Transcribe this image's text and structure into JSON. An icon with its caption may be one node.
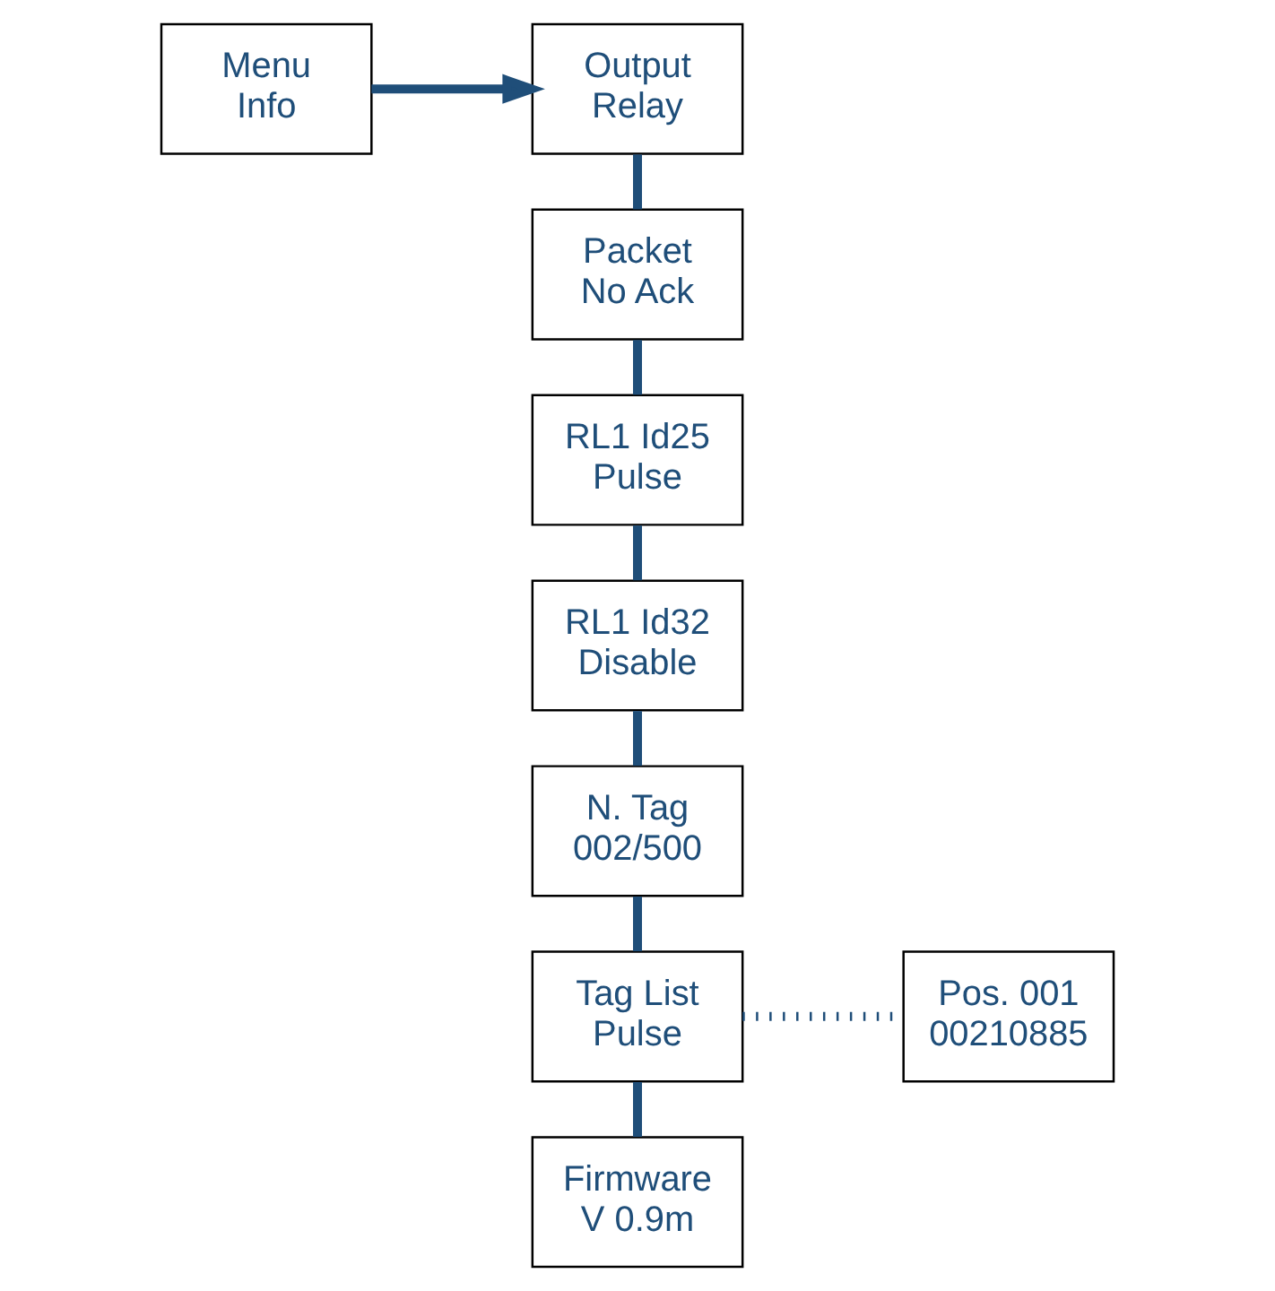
{
  "diagram": {
    "nodes": [
      {
        "text": [
          "Menu",
          "Info"
        ]
      },
      {
        "text": [
          "Output",
          "Relay"
        ]
      },
      {
        "text": [
          "Packet",
          "No Ack"
        ]
      },
      {
        "text": [
          "RL1 Id25",
          "Pulse"
        ]
      },
      {
        "text": [
          "RL1 Id32",
          "Disable"
        ]
      },
      {
        "text": [
          "N. Tag",
          "002/500"
        ]
      },
      {
        "text": [
          "Tag List",
          "Pulse"
        ]
      },
      {
        "text": [
          "Pos. 001",
          "00210885"
        ]
      },
      {
        "text": [
          "Firmware",
          "V 0.9m"
        ]
      }
    ],
    "edges": [
      {
        "from": 0,
        "to": 1,
        "arrow": "to"
      },
      {
        "from": 1,
        "to": 2,
        "arrow": "none"
      },
      {
        "from": 2,
        "to": 3,
        "arrow": "none"
      },
      {
        "from": 3,
        "to": 4,
        "arrow": "none"
      },
      {
        "from": 4,
        "to": 5,
        "arrow": "none"
      },
      {
        "from": 5,
        "to": 6,
        "arrow": "none"
      },
      {
        "from": 6,
        "to": 7,
        "arrow": "none",
        "style": "dashed"
      },
      {
        "from": 6,
        "to": 8,
        "arrow": "none"
      }
    ]
  }
}
